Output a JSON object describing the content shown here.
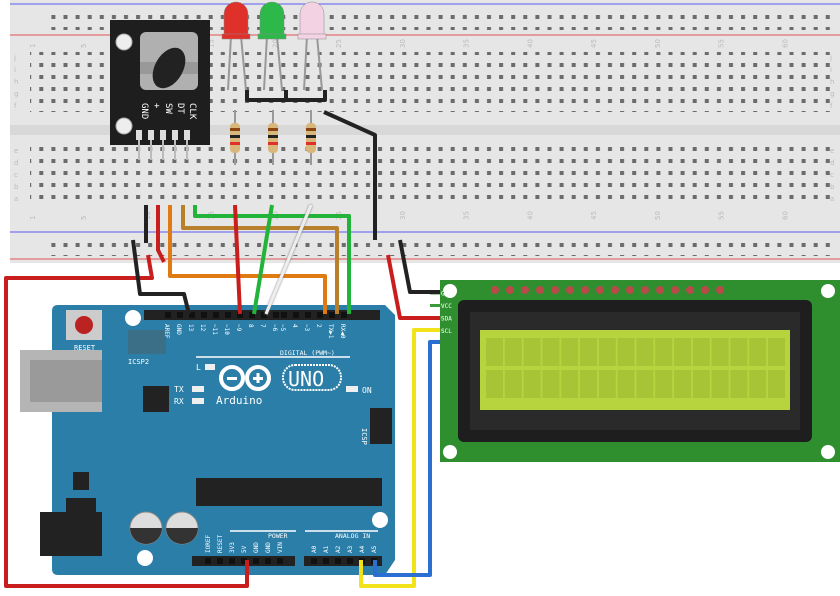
{
  "breadboard": {
    "column_numbers": [
      "1",
      "5",
      "10",
      "15",
      "20",
      "25",
      "30",
      "35",
      "40",
      "45",
      "50",
      "55",
      "60"
    ],
    "row_letters_top": [
      "j",
      "i",
      "h",
      "g",
      "f"
    ],
    "row_letters_bottom": [
      "e",
      "d",
      "c",
      "b",
      "a"
    ]
  },
  "encoder": {
    "pins": [
      "GND",
      "+",
      "SW",
      "DT",
      "CLK"
    ]
  },
  "leds": [
    {
      "color": "#e0302a"
    },
    {
      "color": "#2db84a"
    },
    {
      "color": "#f3d2e4"
    }
  ],
  "arduino": {
    "reset_label": "RESET",
    "icsp2_label": "ICSP2",
    "icsp_label": "ICSP",
    "l_label": "L",
    "tx_label": "TX",
    "rx_label": "RX",
    "on_label": "ON",
    "brand": "Arduino",
    "model": "UNO",
    "digital_label": "DIGITAL (PWM~)",
    "power_label": "POWER",
    "analog_label": "ANALOG IN",
    "digital_pins": [
      "AREF",
      "GND",
      "13",
      "12",
      "~11",
      "~10",
      "~9",
      "8",
      "7",
      "~6",
      "~5",
      "4",
      "~3",
      "2",
      "TX▶1",
      "RX◀0"
    ],
    "power_pins": [
      "IOREF",
      "RESET",
      "3V3",
      "5V",
      "GND",
      "GND",
      "VIN"
    ],
    "analog_pins": [
      "A0",
      "A1",
      "A2",
      "A3",
      "A4",
      "A5"
    ]
  },
  "lcd": {
    "pins": [
      "GND",
      "VCC",
      "SDA",
      "SCL"
    ],
    "screen_color": "#b7d43f"
  },
  "colors": {
    "board": "#2b7ea8",
    "lcd_board": "#2f8f2f",
    "breadboard": "#e8e8e8"
  }
}
